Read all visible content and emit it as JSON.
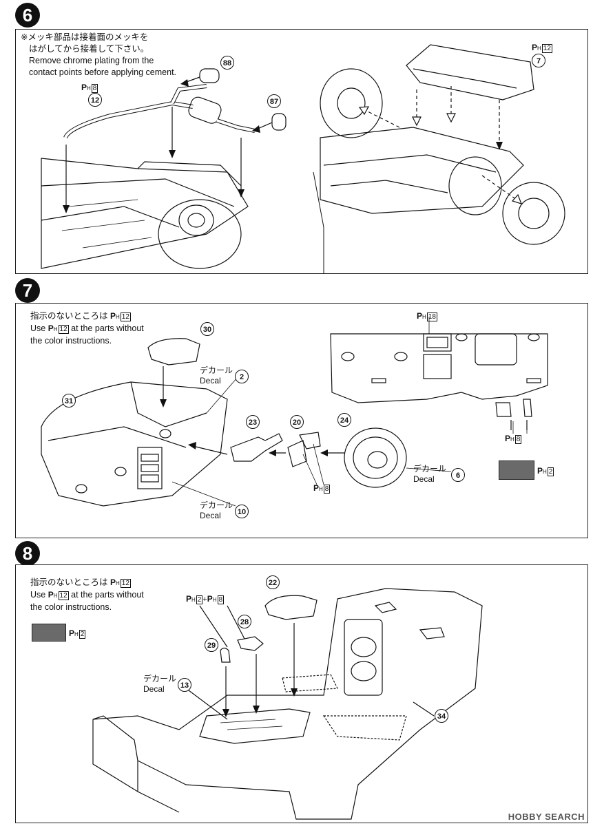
{
  "steps": {
    "s6": {
      "number": "6",
      "note_jp_1": "※メッキ部品は接着面のメッキを",
      "note_jp_2": "はがしてから接着して下さい。",
      "note_en_1": "Remove chrome plating from the",
      "note_en_2": "contact points before applying cement.",
      "left": {
        "paint_num": "8",
        "parts": [
          "12",
          "88",
          "87"
        ]
      },
      "right": {
        "paint_num": "12",
        "parts": [
          "7"
        ]
      }
    },
    "s7": {
      "number": "7",
      "note_jp": "指示のないところは",
      "note_code": "12",
      "note_en_1": "Use",
      "note_en_1b": "at the parts without",
      "note_en_2": "the color instructions.",
      "decal_jp": "デカール",
      "decal_en": "Decal",
      "parts": {
        "p30": "30",
        "p31": "31",
        "p23": "23",
        "p20": "20",
        "p24": "24"
      },
      "decals": {
        "d2": "2",
        "d6": "6",
        "d10": "10"
      },
      "paints": {
        "p20": "8",
        "dash": "18",
        "pedals": "8",
        "swatch": "2"
      }
    },
    "s8": {
      "number": "8",
      "note_jp": "指示のないところは",
      "note_code": "12",
      "note_en_1": "Use",
      "note_en_1b": "at the parts without",
      "note_en_2": "the color instructions.",
      "decal_jp": "デカール",
      "decal_en": "Decal",
      "parts": {
        "p22": "22",
        "p28": "28",
        "p29": "29",
        "p34": "34"
      },
      "decals": {
        "d13": "13"
      },
      "paints": {
        "swatch": "2",
        "mix_a": "2",
        "mix_b": "8"
      },
      "plus": "+"
    }
  },
  "paint_prefix": "P",
  "paint_sub": "H",
  "watermark": "HOBBY SEARCH",
  "colors": {
    "line": "#111111",
    "swatch": "#6a6a6a"
  }
}
